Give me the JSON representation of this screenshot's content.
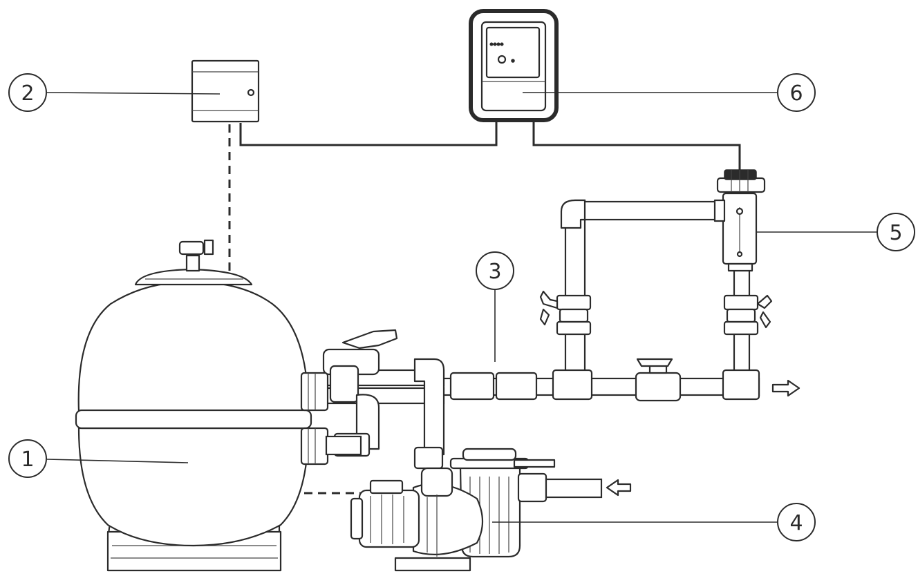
{
  "callouts": [
    {
      "id": "filter",
      "label": "1"
    },
    {
      "id": "timer-box",
      "label": "2"
    },
    {
      "id": "pipe-fittings",
      "label": "3"
    },
    {
      "id": "pump",
      "label": "4"
    },
    {
      "id": "electrolysis-cell",
      "label": "5"
    },
    {
      "id": "control-unit",
      "label": "6"
    }
  ],
  "colors": {
    "line": "#2b2b2b",
    "background": "#ffffff"
  },
  "icons": {
    "outlet": "arrow-right-outline-icon",
    "inlet": "arrow-left-outline-icon"
  }
}
